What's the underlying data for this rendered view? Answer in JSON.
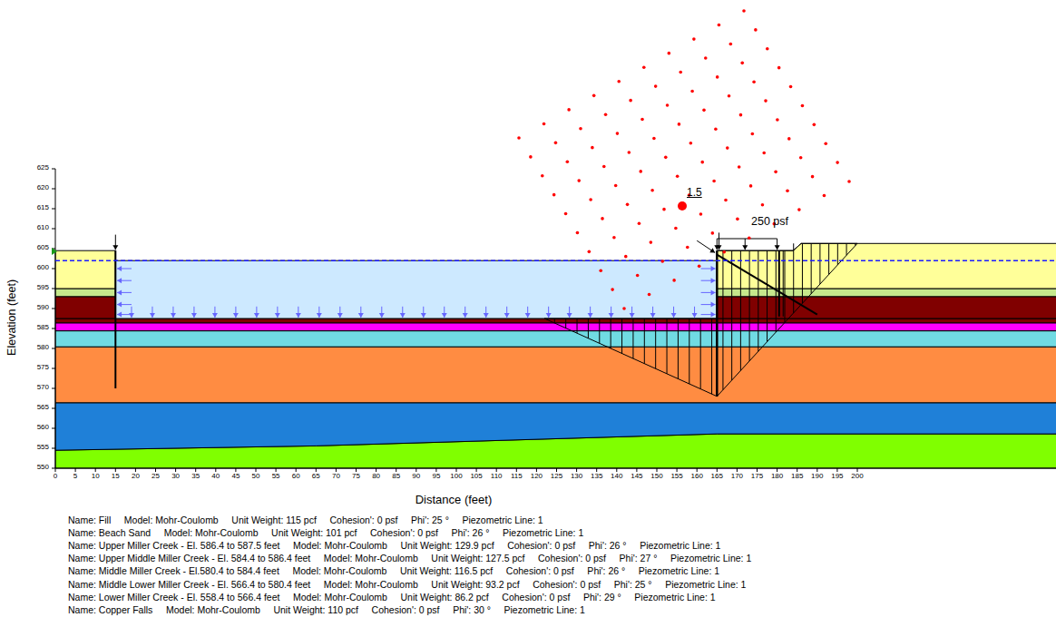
{
  "diagram": {
    "labels": [
      "625",
      "620",
      "615",
      "610",
      "605",
      "600",
      "595",
      "590",
      "585",
      "580",
      "575",
      "570",
      "565",
      "560",
      "555",
      "550",
      "0",
      "5",
      "10",
      "15",
      "20",
      "25",
      "30",
      "35",
      "40",
      "45",
      "50",
      "55",
      "60",
      "65",
      "70",
      "75",
      "80",
      "85",
      "90",
      "95",
      "100",
      "105",
      "110",
      "115",
      "120",
      "125",
      "130",
      "135",
      "140",
      "145",
      "150",
      "155",
      "160",
      "165",
      "170",
      "175",
      "180",
      "185",
      "190",
      "195",
      "200",
      "Elevation (feet)",
      "Distance (feet)",
      "1.5",
      "250 psf",
      "Name: Fill     Model: Mohr-Coulomb     Unit Weight: 115 pcf     Cohesion': 0 psf     Phi': 25 °     Piezometric Line: 1",
      "Name: Beach Sand     Model: Mohr-Coulomb     Unit Weight: 101 pcf     Cohesion': 0 psf     Phi': 26 °     Piezometric Line: 1",
      "Name: Upper Miller Creek - El. 586.4 to 587.5 feet     Model: Mohr-Coulomb     Unit Weight: 129.9 pcf     Cohesion': 0 psf     Phi': 26 °     Piezometric Line: 1",
      "Name: Upper Middle Miller Creek - El. 584.4 to 586.4 feet     Model: Mohr-Coulomb     Unit Weight: 127.5 pcf     Cohesion': 0 psf     Phi': 27 °     Piezometric Line: 1",
      "Name: Middle Miller Creek - El.580.4 to 584.4 feet     Model: Mohr-Coulomb     Unit Weight: 116.5 pcf     Cohesion': 0 psf     Phi': 26 °     Piezometric Line: 1",
      "Name: Middle Lower Miller Creek - El. 566.4 to 580.4 feet     Model: Mohr-Coulomb     Unit Weight: 93.2 pcf     Cohesion': 0 psf     Phi': 25 °     Piezometric Line: 1",
      "Name: Lower Miller Creek - El. 558.4 to 566.4 feet     Model: Mohr-Coulomb     Unit Weight: 86.2 pcf     Cohesion': 0 psf     Phi': 29 °     Piezometric Line: 1",
      "Name: Copper Falls     Model: Mohr-Coulomb     Unit Weight: 110 pcf     Cohesion': 0 psf     Phi': 30 °     Piezometric Line: 1"
    ]
  }
}
